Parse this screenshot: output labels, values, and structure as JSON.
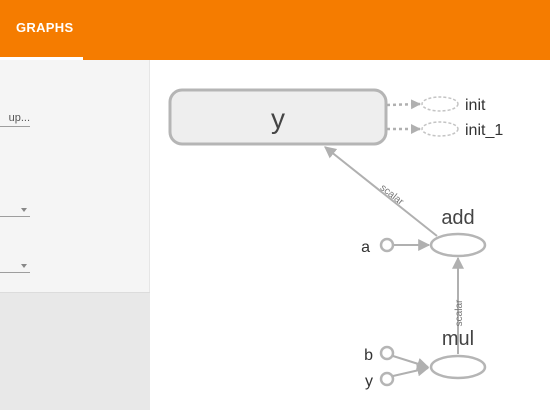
{
  "header": {
    "tab_label": "GRAPHS"
  },
  "sidebar": {
    "group_field_text": "up..."
  },
  "graph": {
    "nodes": {
      "y": "y",
      "init": "init",
      "init_1": "init_1",
      "add": "add",
      "mul": "mul",
      "a": "a",
      "b": "b",
      "y_input": "y"
    },
    "edge_labels": {
      "add_to_y": "scalar",
      "mul_to_add": "scalar"
    },
    "colors": {
      "node_stroke": "#b5b5b5",
      "node_fill": "#eeeeee",
      "edge": "#b0b0b0",
      "header": "#f57c00"
    }
  }
}
